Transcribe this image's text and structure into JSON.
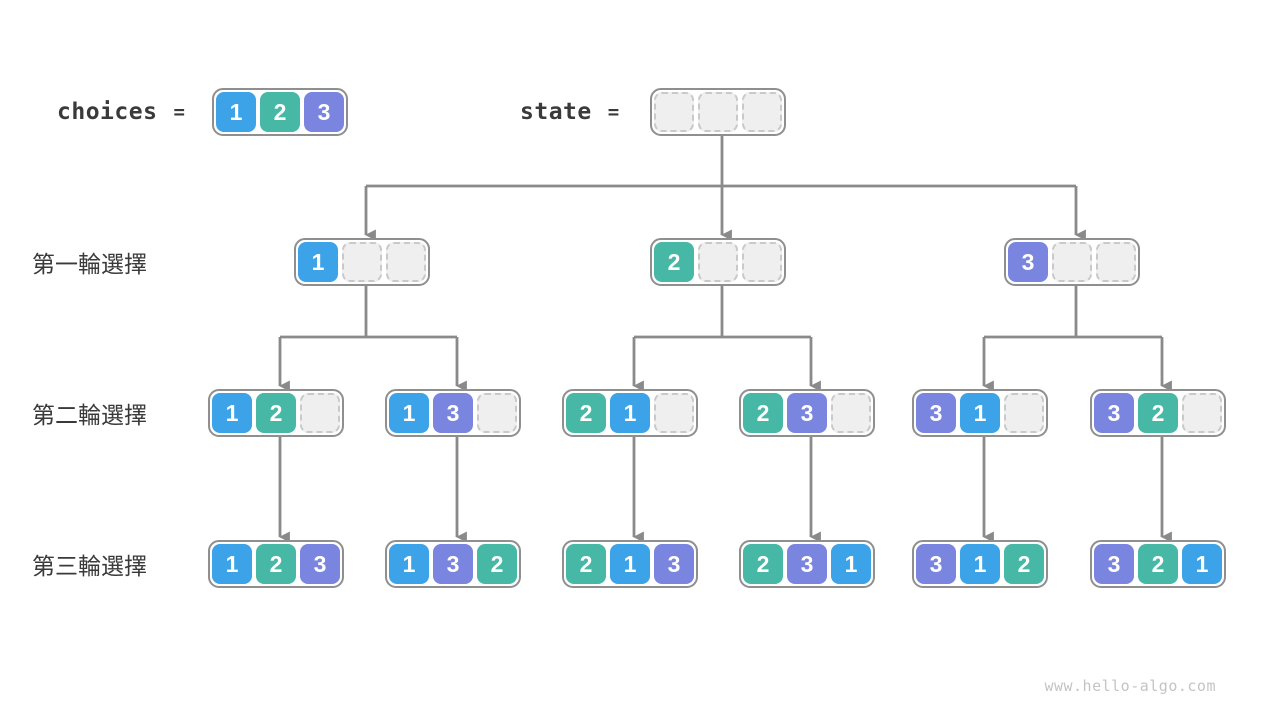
{
  "diagram": {
    "choices_label": "choices",
    "state_label": "state",
    "equals": "=",
    "choices_cells": [
      "1",
      "2",
      "3"
    ],
    "state_cells": [
      "",
      "",
      ""
    ],
    "rows": [
      {
        "label": "第一輪選擇",
        "nodes": [
          [
            "1",
            "",
            ""
          ],
          [
            "2",
            "",
            ""
          ],
          [
            "3",
            "",
            ""
          ]
        ]
      },
      {
        "label": "第二輪選擇",
        "nodes": [
          [
            "1",
            "2",
            ""
          ],
          [
            "1",
            "3",
            ""
          ],
          [
            "2",
            "1",
            ""
          ],
          [
            "2",
            "3",
            ""
          ],
          [
            "3",
            "1",
            ""
          ],
          [
            "3",
            "2",
            ""
          ]
        ]
      },
      {
        "label": "第三輪選擇",
        "nodes": [
          [
            "1",
            "2",
            "3"
          ],
          [
            "1",
            "3",
            "2"
          ],
          [
            "2",
            "1",
            "3"
          ],
          [
            "2",
            "3",
            "1"
          ],
          [
            "3",
            "1",
            "2"
          ],
          [
            "3",
            "2",
            "1"
          ]
        ]
      }
    ],
    "watermark": "www.hello-algo.com"
  },
  "colors": {
    "value_1": "#3da3e8",
    "value_2": "#48b8a6",
    "value_3": "#7a85df",
    "empty_fill": "#efefef",
    "empty_border": "#c9c9c9",
    "container_border": "#8f8f8f",
    "connector": "#8a8a8a",
    "text": "#3a3a3a",
    "watermark": "#c4c4c4"
  }
}
